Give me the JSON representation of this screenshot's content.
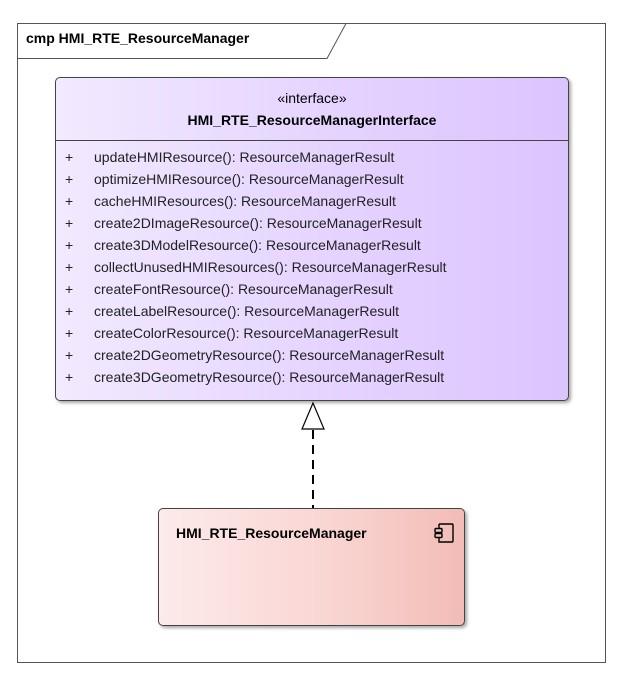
{
  "frame": {
    "title": "cmp HMI_RTE_ResourceManager"
  },
  "interface": {
    "stereotype": "«interface»",
    "name": "HMI_RTE_ResourceManagerInterface",
    "operations": [
      {
        "visibility": "+",
        "signature": "updateHMIResource(): ResourceManagerResult"
      },
      {
        "visibility": "+",
        "signature": "optimizeHMIResource(): ResourceManagerResult"
      },
      {
        "visibility": "+",
        "signature": "cacheHMIResources(): ResourceManagerResult"
      },
      {
        "visibility": "+",
        "signature": "create2DImageResource(): ResourceManagerResult"
      },
      {
        "visibility": "+",
        "signature": "create3DModelResource(): ResourceManagerResult"
      },
      {
        "visibility": "+",
        "signature": "collectUnusedHMIResources(): ResourceManagerResult"
      },
      {
        "visibility": "+",
        "signature": "createFontResource(): ResourceManagerResult"
      },
      {
        "visibility": "+",
        "signature": "createLabelResource(): ResourceManagerResult"
      },
      {
        "visibility": "+",
        "signature": "createColorResource(): ResourceManagerResult"
      },
      {
        "visibility": "+",
        "signature": "create2DGeometryResource(): ResourceManagerResult"
      },
      {
        "visibility": "+",
        "signature": "create3DGeometryResource(): ResourceManagerResult"
      }
    ]
  },
  "component": {
    "name": "HMI_RTE_ResourceManager",
    "icon": "component-icon"
  },
  "relationship": {
    "type": "realization",
    "from": "HMI_RTE_ResourceManager",
    "to": "HMI_RTE_ResourceManagerInterface"
  },
  "colors": {
    "interface_fill": "#e5d3ff",
    "component_fill": "#f9d6d3",
    "border": "#444444"
  }
}
